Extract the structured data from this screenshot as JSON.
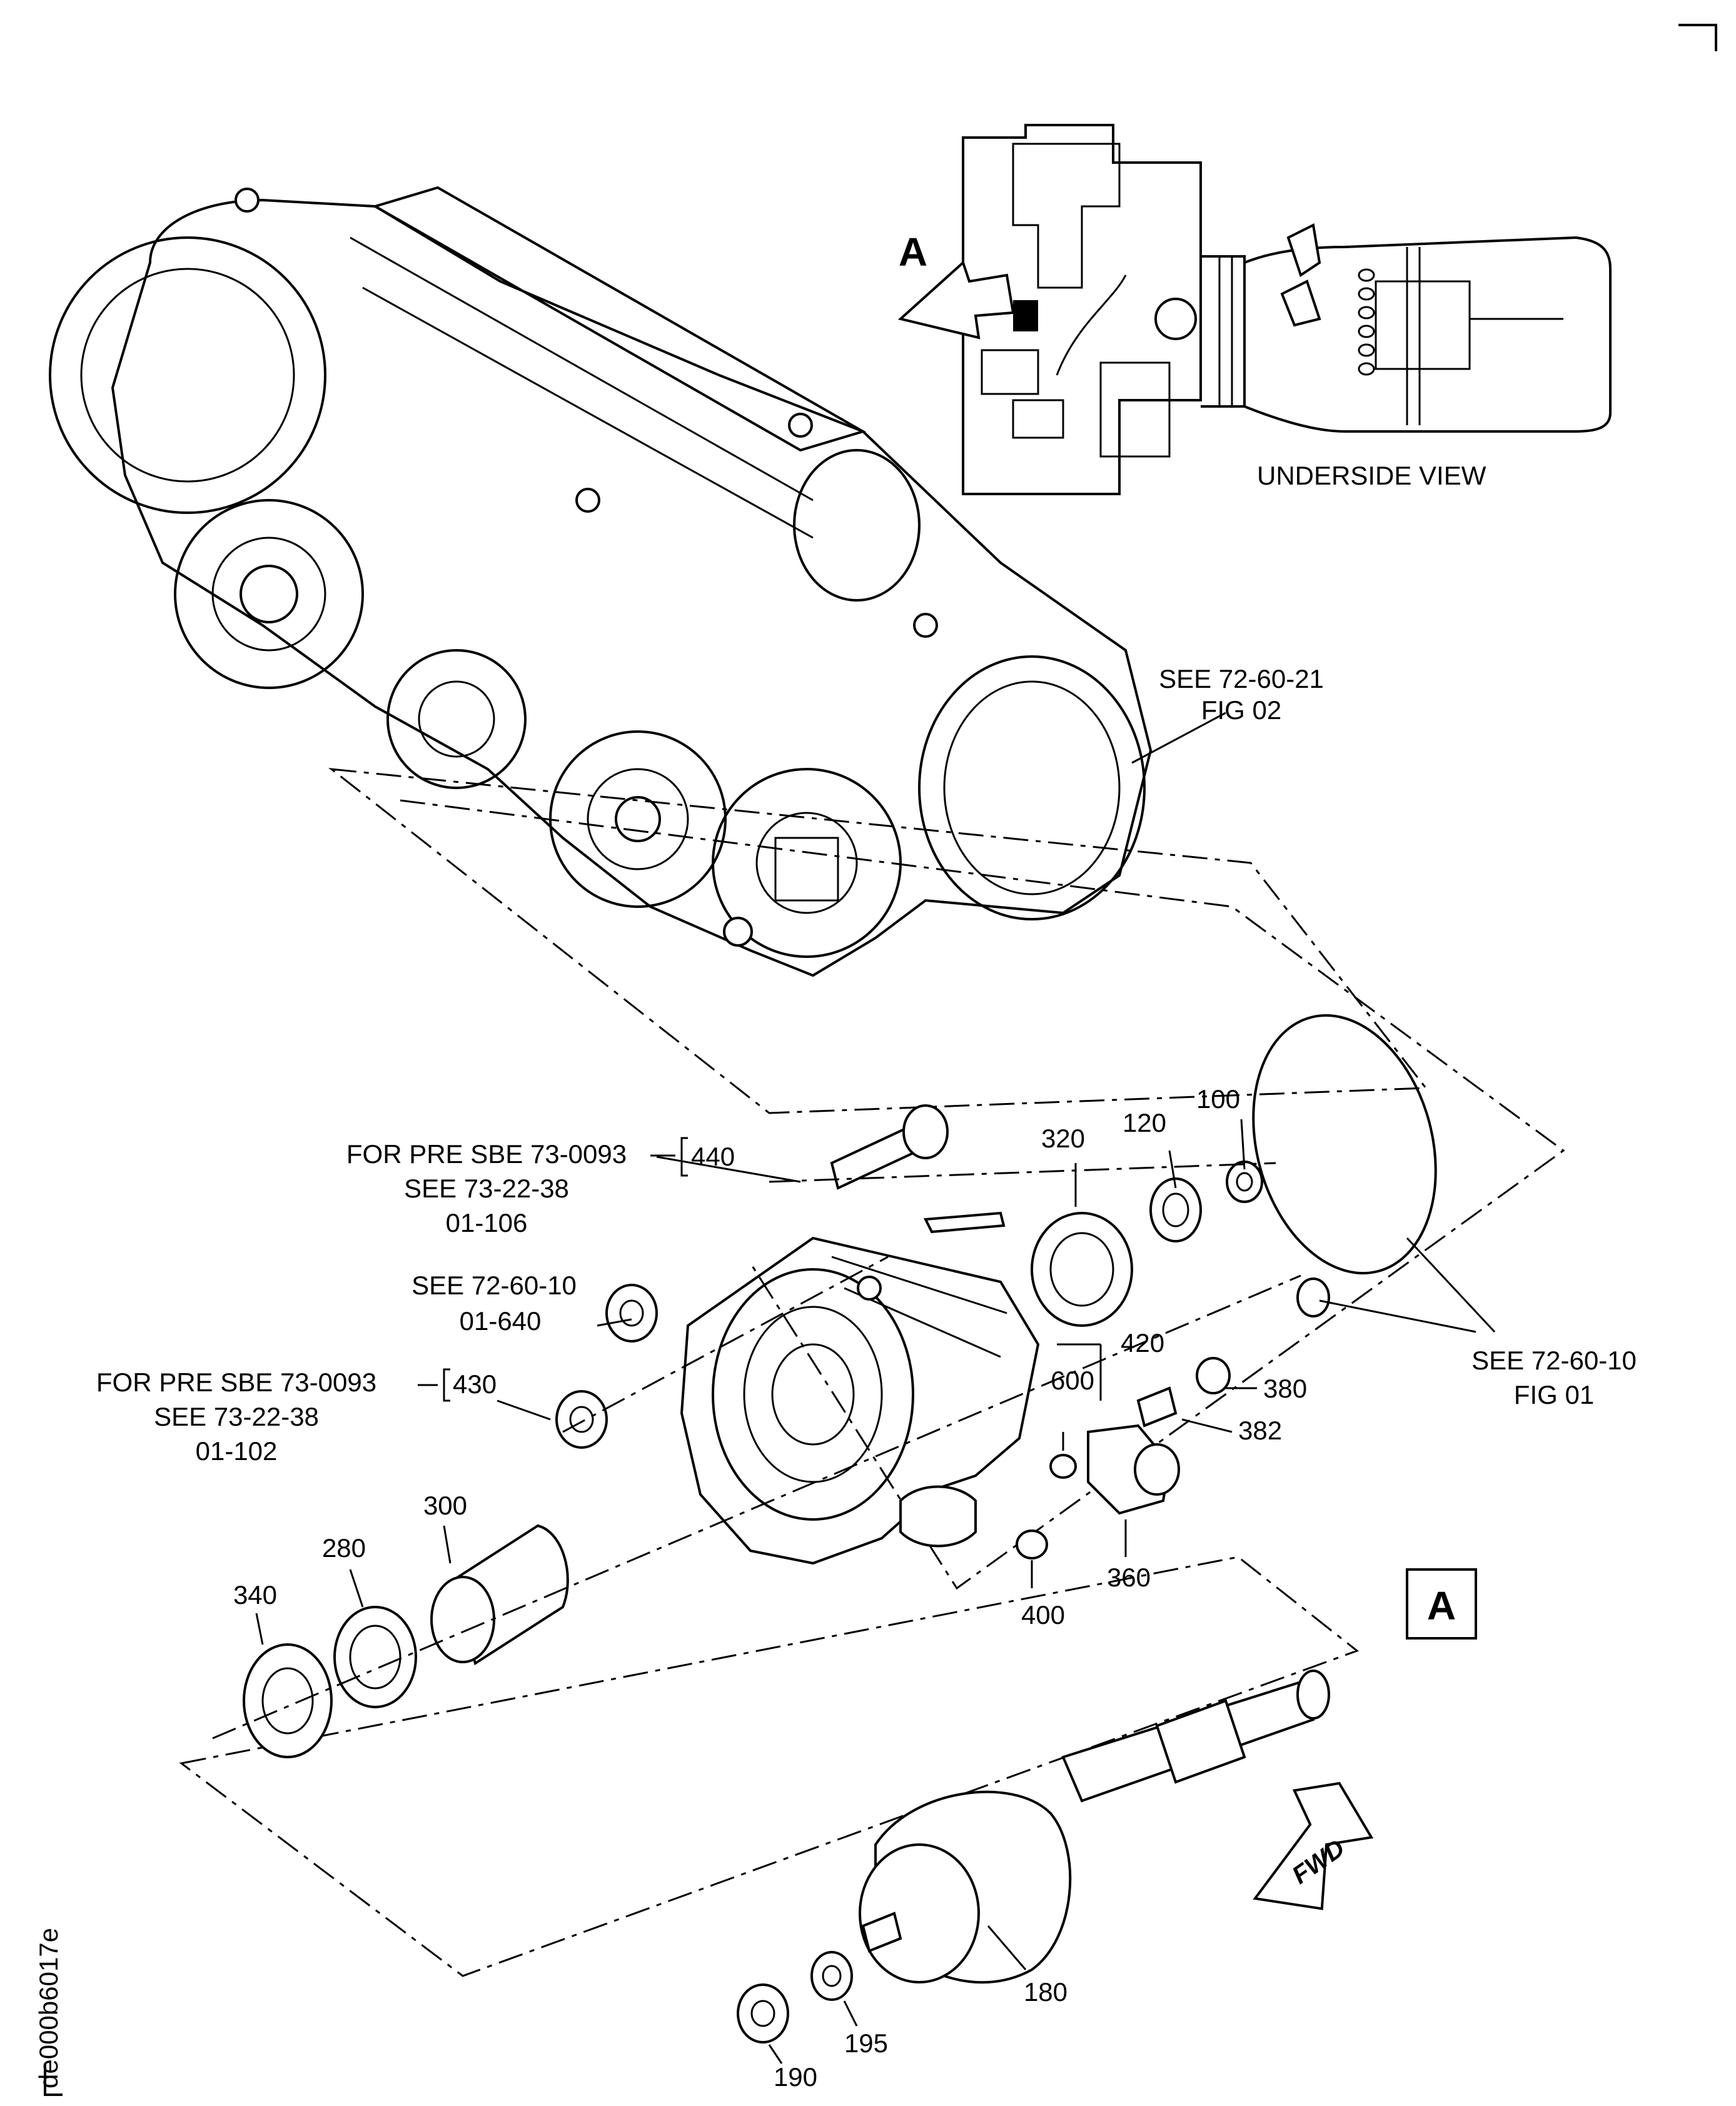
{
  "view": {
    "inset_marker": "A",
    "inset_caption": "UNDERSIDE VIEW",
    "detail_marker": "A",
    "fwd_label": "FWD",
    "drawing_id": "de000b6017e"
  },
  "references": {
    "ref_72_60_21": [
      "SEE 72-60-21",
      "FIG 02"
    ],
    "ref_72_60_10_fig01": [
      "SEE 72-60-10",
      "FIG 01"
    ],
    "ref_440": [
      "FOR PRE SBE 73-0093",
      "SEE 73-22-38",
      "01-106"
    ],
    "ref_640": [
      "SEE 72-60-10",
      "01-640"
    ],
    "ref_430": [
      "FOR PRE SBE 73-0093",
      "SEE 73-22-38",
      "01-102"
    ]
  },
  "callouts": {
    "c440": "440",
    "c430": "430",
    "c320": "320",
    "c120": "120",
    "c100": "100",
    "c420": "420",
    "c600": "600",
    "c380": "380",
    "c382": "382",
    "c360": "360",
    "c400": "400",
    "c300": "300",
    "c280": "280",
    "c340": "340",
    "c180": "180",
    "c195": "195",
    "c190": "190"
  }
}
